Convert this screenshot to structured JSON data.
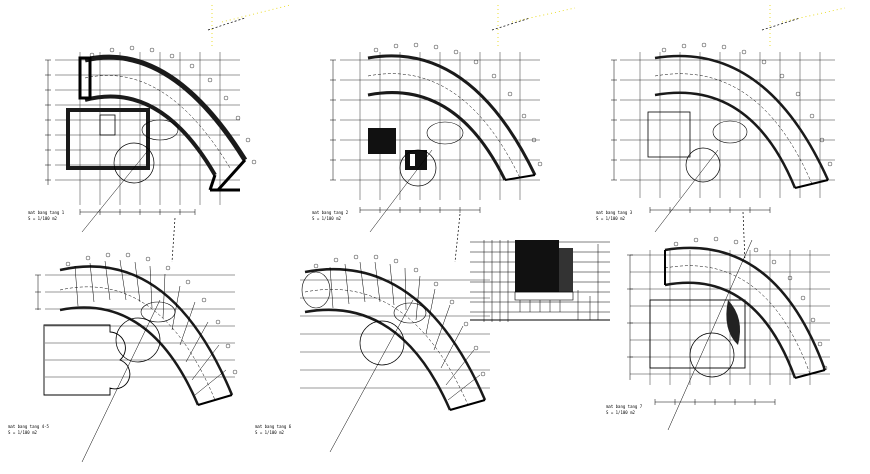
{
  "sheet": {
    "background": "#ffffff",
    "line_color": "#000000",
    "accent_color": "#e6d600"
  },
  "plans": [
    {
      "id": "plan-1",
      "title": "mat bang tang 1",
      "scale": "S = 1/100 m2"
    },
    {
      "id": "plan-2",
      "title": "mat bang tang 2",
      "scale": "S = 1/100 m2"
    },
    {
      "id": "plan-3",
      "title": "mat bang tang 3",
      "scale": "S = 1/100 m2"
    },
    {
      "id": "plan-4",
      "title": "mat bang tang 4-5",
      "scale": "S = 1/100 m2"
    },
    {
      "id": "plan-5",
      "title": "mat bang tang 6",
      "scale": "S = 1/100 m2"
    },
    {
      "id": "plan-6",
      "title": "mat bang tang 7",
      "scale": "S = 1/100 m2"
    }
  ],
  "elevation": {
    "id": "elevation",
    "title": ""
  }
}
